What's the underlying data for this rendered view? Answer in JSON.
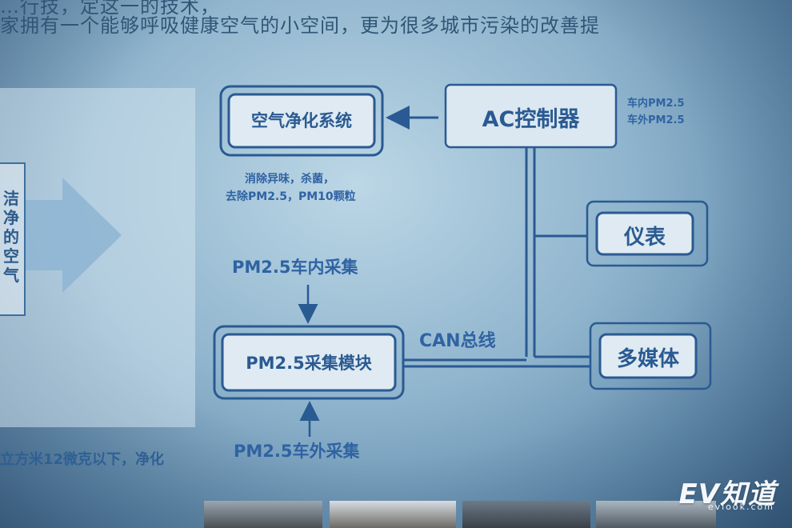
{
  "header": {
    "line1": "…行技，定这一的技术，",
    "line2": "家拥有一个能够呼吸健康空气的小空间，更为很多城市污染的改善提"
  },
  "left_panel": {
    "vertical_text": "洁净的空气",
    "bottom_text": "立方米12微克以下，净化"
  },
  "diagram": {
    "air_purifier": "空气净化系统",
    "air_purifier_note_1": "消除异味，杀菌，",
    "air_purifier_note_2": "去除PM2.5，PM10颗粒",
    "ac_controller": "AC控制器",
    "ac_note_1": "车内PM2.5",
    "ac_note_2": "车外PM2.5",
    "instrument": "仪表",
    "multimedia": "多媒体",
    "can_bus": "CAN总线",
    "pm_module": "PM2.5采集模块",
    "pm_inside": "PM2.5车内采集",
    "pm_outside": "PM2.5车外采集"
  },
  "logo": {
    "main": "EV知道",
    "sub": "evlook.com"
  },
  "colors": {
    "diagram_blue": "#2a5a92",
    "box_fill": "#dfeaf2"
  }
}
